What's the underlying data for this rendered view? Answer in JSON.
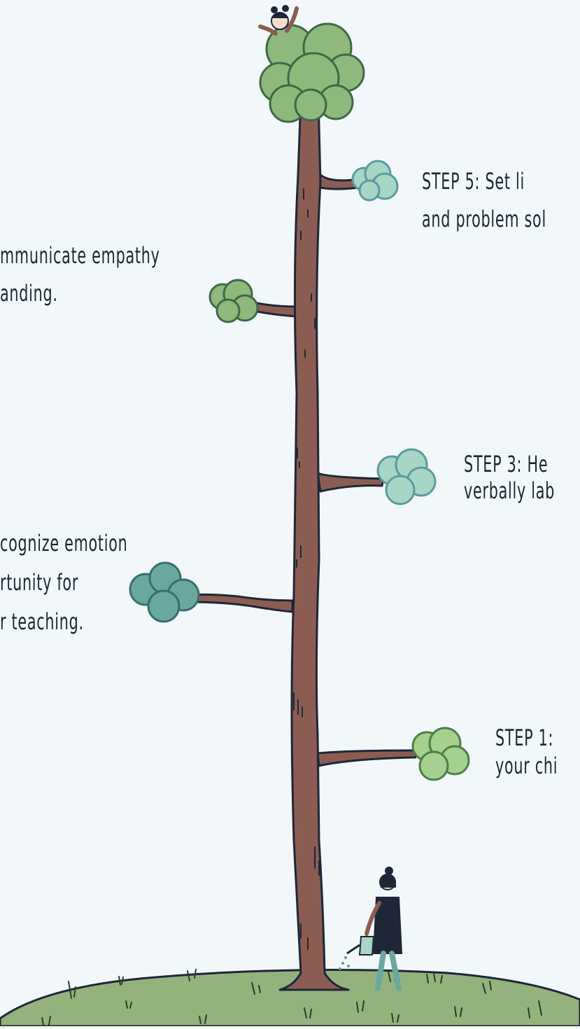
{
  "steps": {
    "step5": {
      "line1": "STEP 5: Set li",
      "line2": "and problem sol"
    },
    "step4": {
      "line1": "mmunicate empathy",
      "line2": "anding."
    },
    "step3": {
      "line1": "STEP 3: He",
      "line2": "verbally lab"
    },
    "step2": {
      "line1": "cognize emotion",
      "line2": "rtunity for",
      "line3": "r teaching."
    },
    "step1": {
      "line1": "STEP 1:",
      "line2": "your chi"
    }
  },
  "colors": {
    "background": "#f2f8f9",
    "trunk": "#8b5d52",
    "outline": "#1f2638",
    "grass": "#93b27c",
    "canopy": "#8fb87c",
    "foliage_light": "#a8d6c6",
    "foliage_teal": "#6aa89f"
  }
}
